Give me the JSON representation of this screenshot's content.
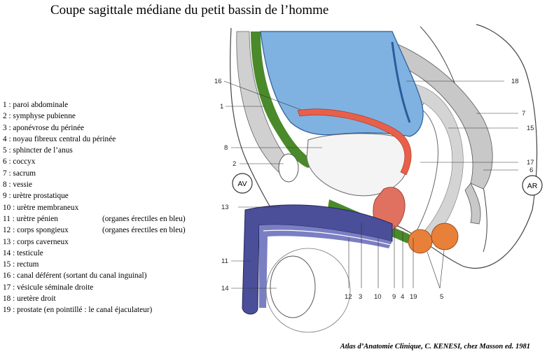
{
  "title": "Coupe sagittale médiane du petit bassin de l’homme",
  "legend": [
    {
      "text": "1 : paroi abdominale"
    },
    {
      "text": "2 : symphyse pubienne"
    },
    {
      "text": "3 : aponévrose du périnée"
    },
    {
      "text": "4 : noyau fibreux central du périnée"
    },
    {
      "text": "5 : sphincter de l’anus"
    },
    {
      "text": "6 : coccyx"
    },
    {
      "text": "7 : sacrum"
    },
    {
      "text": "8 : vessie"
    },
    {
      "text": "9 : urètre prostatique"
    },
    {
      "text": "10 : urètre membraneux"
    },
    {
      "text": "11 : urètre pénien",
      "note": "(organes érectiles en bleu)"
    },
    {
      "text": "12 : corps spongieux",
      "note": "(organes érectiles en bleu)"
    },
    {
      "text": "13 : corps caverneux"
    },
    {
      "text": "14 : testicule"
    },
    {
      "text": "15 : rectum"
    },
    {
      "text": "16 : canal déférent (sortant du canal inguinal)"
    },
    {
      "text": "17 : vésicule séminale droite"
    },
    {
      "text": "18 : uretère droit"
    },
    {
      "text": "19 : prostate (en pointillé : le canal éjaculateur)"
    }
  ],
  "credit": "Atlas d’Anatomie Clinique, C. KENESI, chez Masson ed. 1981",
  "orientation": {
    "anterior": "AV",
    "posterior": "AR"
  },
  "callout_numbers": [
    "16",
    "18",
    "1",
    "7",
    "15",
    "8",
    "17",
    "2",
    "6",
    "13",
    "11",
    "14",
    "12",
    "3",
    "10",
    "9",
    "4",
    "19",
    "5"
  ],
  "colors": {
    "peritoneum": "#4a8a2a",
    "bladder": "#7fb2e0",
    "erectile": "#4b4f9a",
    "deferent_duct": "#e8604a",
    "prostate": "#e07060",
    "bone": "#c8c8c8"
  }
}
